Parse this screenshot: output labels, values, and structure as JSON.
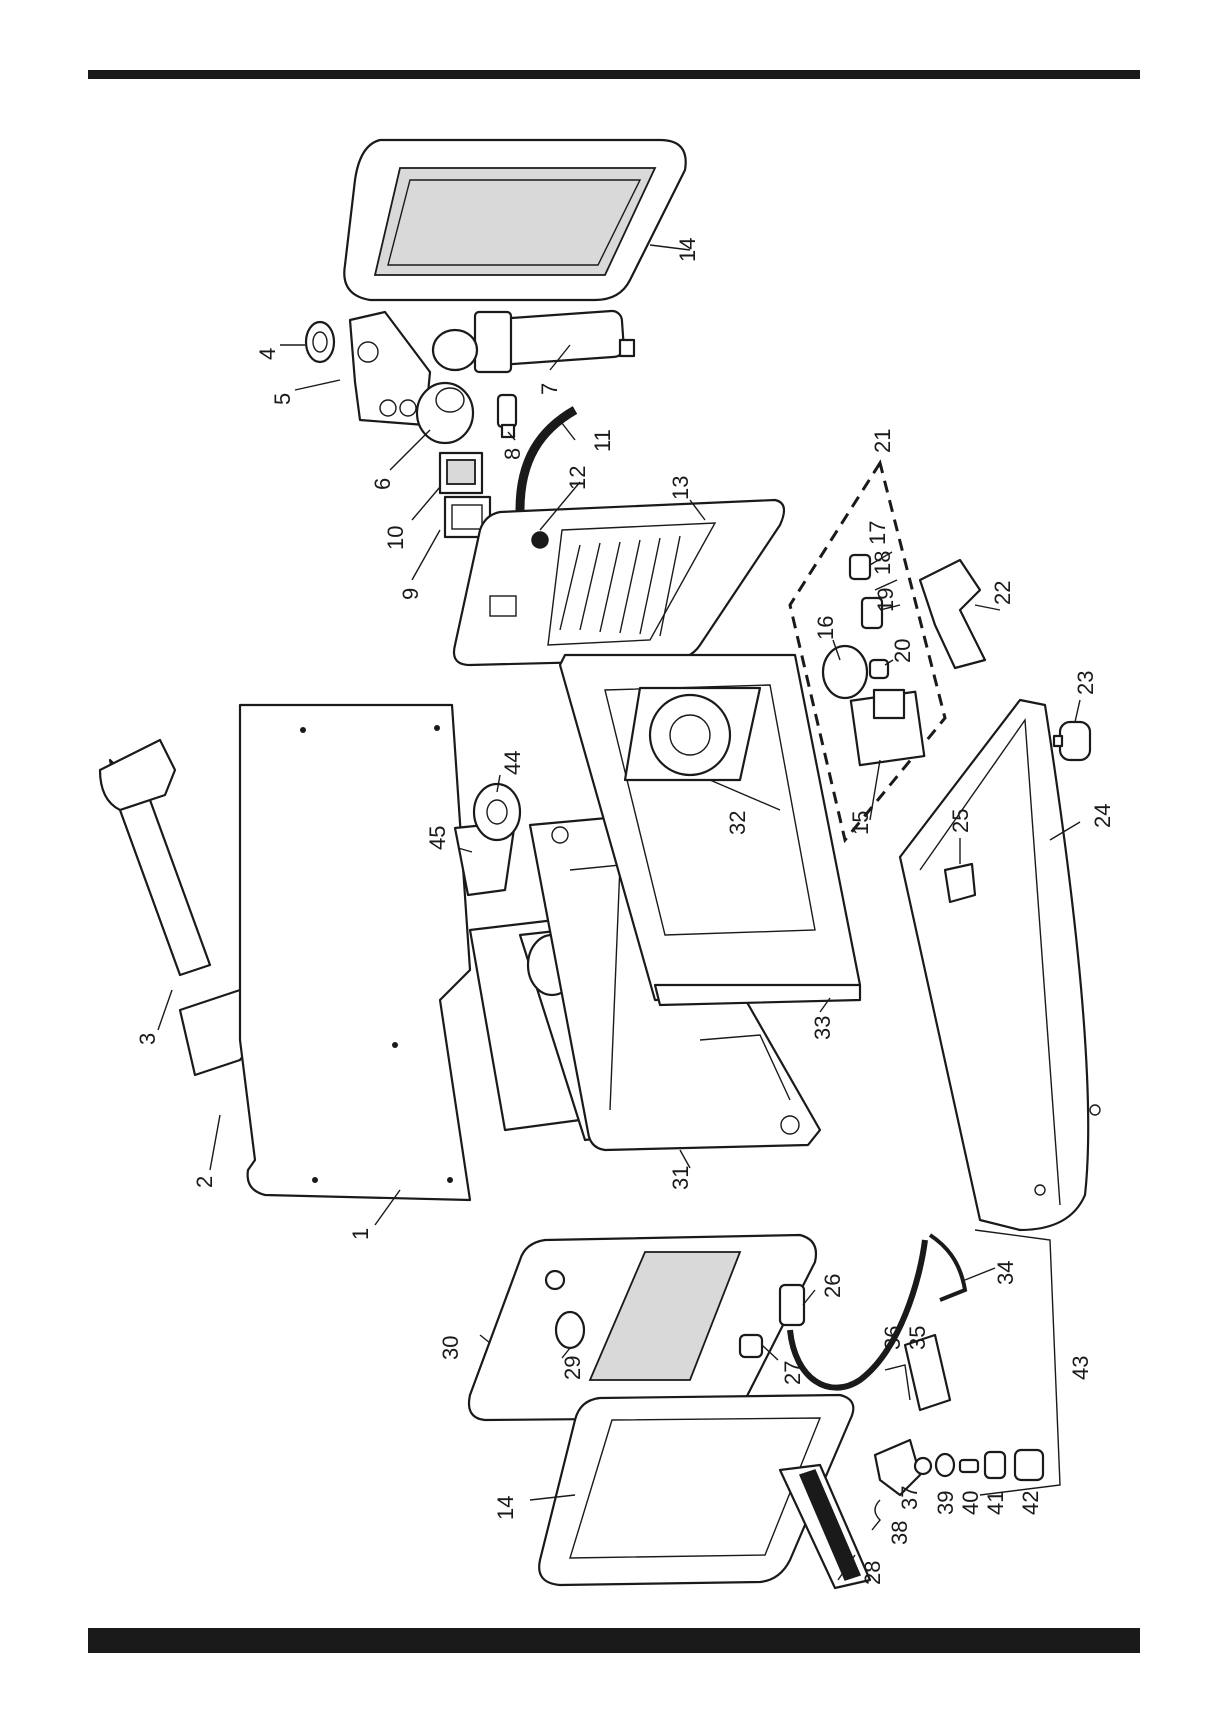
{
  "document": {
    "type": "exploded-view",
    "orientation": "rotated-90-ccw"
  },
  "callouts": [
    {
      "number": "1"
    },
    {
      "number": "2"
    },
    {
      "number": "3"
    },
    {
      "number": "4"
    },
    {
      "number": "5"
    },
    {
      "number": "6"
    },
    {
      "number": "7"
    },
    {
      "number": "8"
    },
    {
      "number": "9"
    },
    {
      "number": "10"
    },
    {
      "number": "11"
    },
    {
      "number": "12"
    },
    {
      "number": "13"
    },
    {
      "number": "14"
    },
    {
      "number": "14"
    },
    {
      "number": "15"
    },
    {
      "number": "16"
    },
    {
      "number": "17"
    },
    {
      "number": "18"
    },
    {
      "number": "19"
    },
    {
      "number": "20"
    },
    {
      "number": "21"
    },
    {
      "number": "22"
    },
    {
      "number": "23"
    },
    {
      "number": "24"
    },
    {
      "number": "25"
    },
    {
      "number": "26"
    },
    {
      "number": "27"
    },
    {
      "number": "28"
    },
    {
      "number": "29"
    },
    {
      "number": "30"
    },
    {
      "number": "31"
    },
    {
      "number": "32"
    },
    {
      "number": "33"
    },
    {
      "number": "34"
    },
    {
      "number": "35"
    },
    {
      "number": "36"
    },
    {
      "number": "37"
    },
    {
      "number": "38"
    },
    {
      "number": "39"
    },
    {
      "number": "40"
    },
    {
      "number": "41"
    },
    {
      "number": "42"
    },
    {
      "number": "43"
    },
    {
      "number": "44"
    },
    {
      "number": "45"
    }
  ],
  "colors": {
    "ink": "#1a1a1a",
    "paper": "#ffffff",
    "shade": "#d9d9d9"
  }
}
